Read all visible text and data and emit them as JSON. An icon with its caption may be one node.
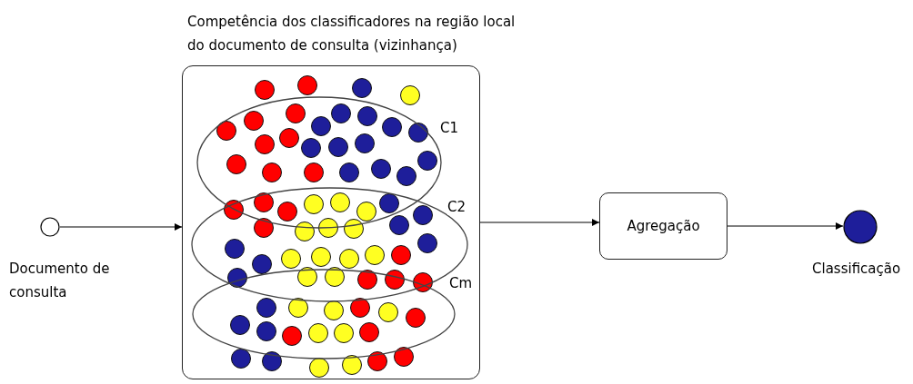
{
  "diagram": {
    "nodes": [
      {
        "text": [],
        "shape": "circle",
        "beside": [
          "Documento de consulta"
        ]
      },
      {
        "text": [
          "Competência dos classificadores na região local do documento de consulta (vizinhança)"
        ]
      },
      {
        "text": [
          "C1"
        ],
        "in": 1
      },
      {
        "text": [
          "C2"
        ],
        "in": 1
      },
      {
        "text": [
          "Cm"
        ],
        "in": 1
      },
      {
        "text": [
          "Agregação"
        ]
      },
      {
        "text": [],
        "shape": "circle",
        "beside": [
          "Classificação"
        ]
      }
    ],
    "edges": [
      {
        "from": 0,
        "to": 1,
        "arrow": "to"
      },
      {
        "from": 1,
        "to": 5,
        "arrow": "to"
      },
      {
        "from": 5,
        "to": 6,
        "arrow": "to"
      }
    ]
  }
}
